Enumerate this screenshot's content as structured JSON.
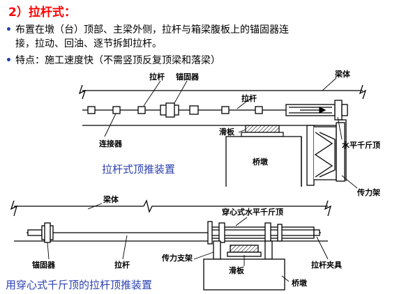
{
  "title": "2）拉杆式：",
  "bullets": [
    "布置在墩（台）顶部、主梁外侧，拉杆与箱梁腹板上的锚固器连",
    "接，拉动、回油、逐节拆卸拉杆。",
    "特点：施工速度快（不需竖顶反复顶梁和落梁）"
  ],
  "diagram1": {
    "labels": {
      "tie_rod_top": "拉杆",
      "anchor_top": "锚固器",
      "tie_rod_mid": "拉杆",
      "beam_body": "梁体",
      "slide_plate": "滑板",
      "connector": "连接器",
      "horizontal_jack": "水平千斤顶",
      "pier": "桥墩",
      "force_frame": "传力架"
    },
    "caption": "拉杆式顶推装置"
  },
  "diagram2": {
    "labels": {
      "beam_body": "梁体",
      "center_hole_jack": "穿心式水平千斤顶",
      "anchor": "锚固器",
      "tie_rod": "拉杆",
      "force_support": "传力支架",
      "rod_clamp": "拉杆夹具",
      "slide_plate": "滑板",
      "pier": "桥墩"
    },
    "caption": "用穿心式千斤顶的拉杆顶推装置"
  },
  "colors": {
    "title": "#ff0000",
    "bullet_dot": "#1f3ea8",
    "caption": "#2a3fb0"
  }
}
